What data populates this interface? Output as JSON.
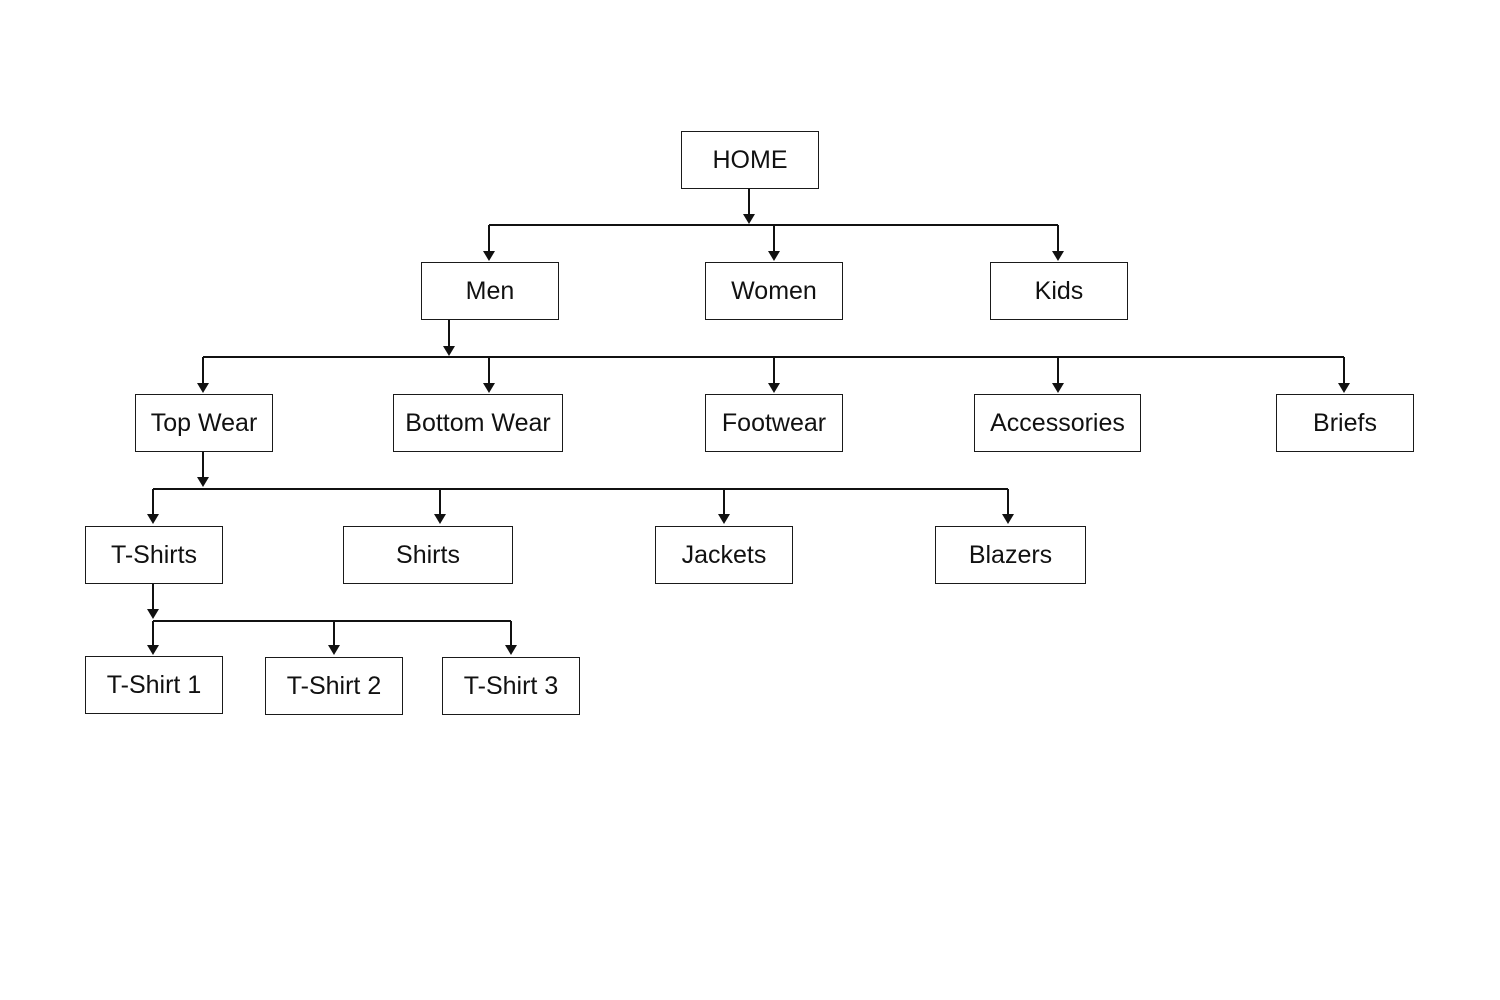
{
  "diagram": {
    "nodes": {
      "home": "HOME",
      "men": "Men",
      "women": "Women",
      "kids": "Kids",
      "top_wear": "Top Wear",
      "bottom_wear": "Bottom Wear",
      "footwear": "Footwear",
      "accessories": "Accessories",
      "briefs": "Briefs",
      "t_shirts": "T-Shirts",
      "shirts": "Shirts",
      "jackets": "Jackets",
      "blazers": "Blazers",
      "t_shirt_1": "T-Shirt 1",
      "t_shirt_2": "T-Shirt 2",
      "t_shirt_3": "T-Shirt 3"
    },
    "edges": [
      {
        "from": "home",
        "to": [
          "men",
          "women",
          "kids"
        ]
      },
      {
        "from": "men",
        "to": [
          "top_wear",
          "bottom_wear",
          "footwear",
          "accessories",
          "briefs"
        ]
      },
      {
        "from": "top_wear",
        "to": [
          "t_shirts",
          "shirts",
          "jackets",
          "blazers"
        ]
      },
      {
        "from": "t_shirts",
        "to": [
          "t_shirt_1",
          "t_shirt_2",
          "t_shirt_3"
        ]
      }
    ],
    "colors": {
      "line": "#111111",
      "box_border": "#1a1a1a",
      "text": "#111111",
      "background": "#ffffff"
    }
  }
}
